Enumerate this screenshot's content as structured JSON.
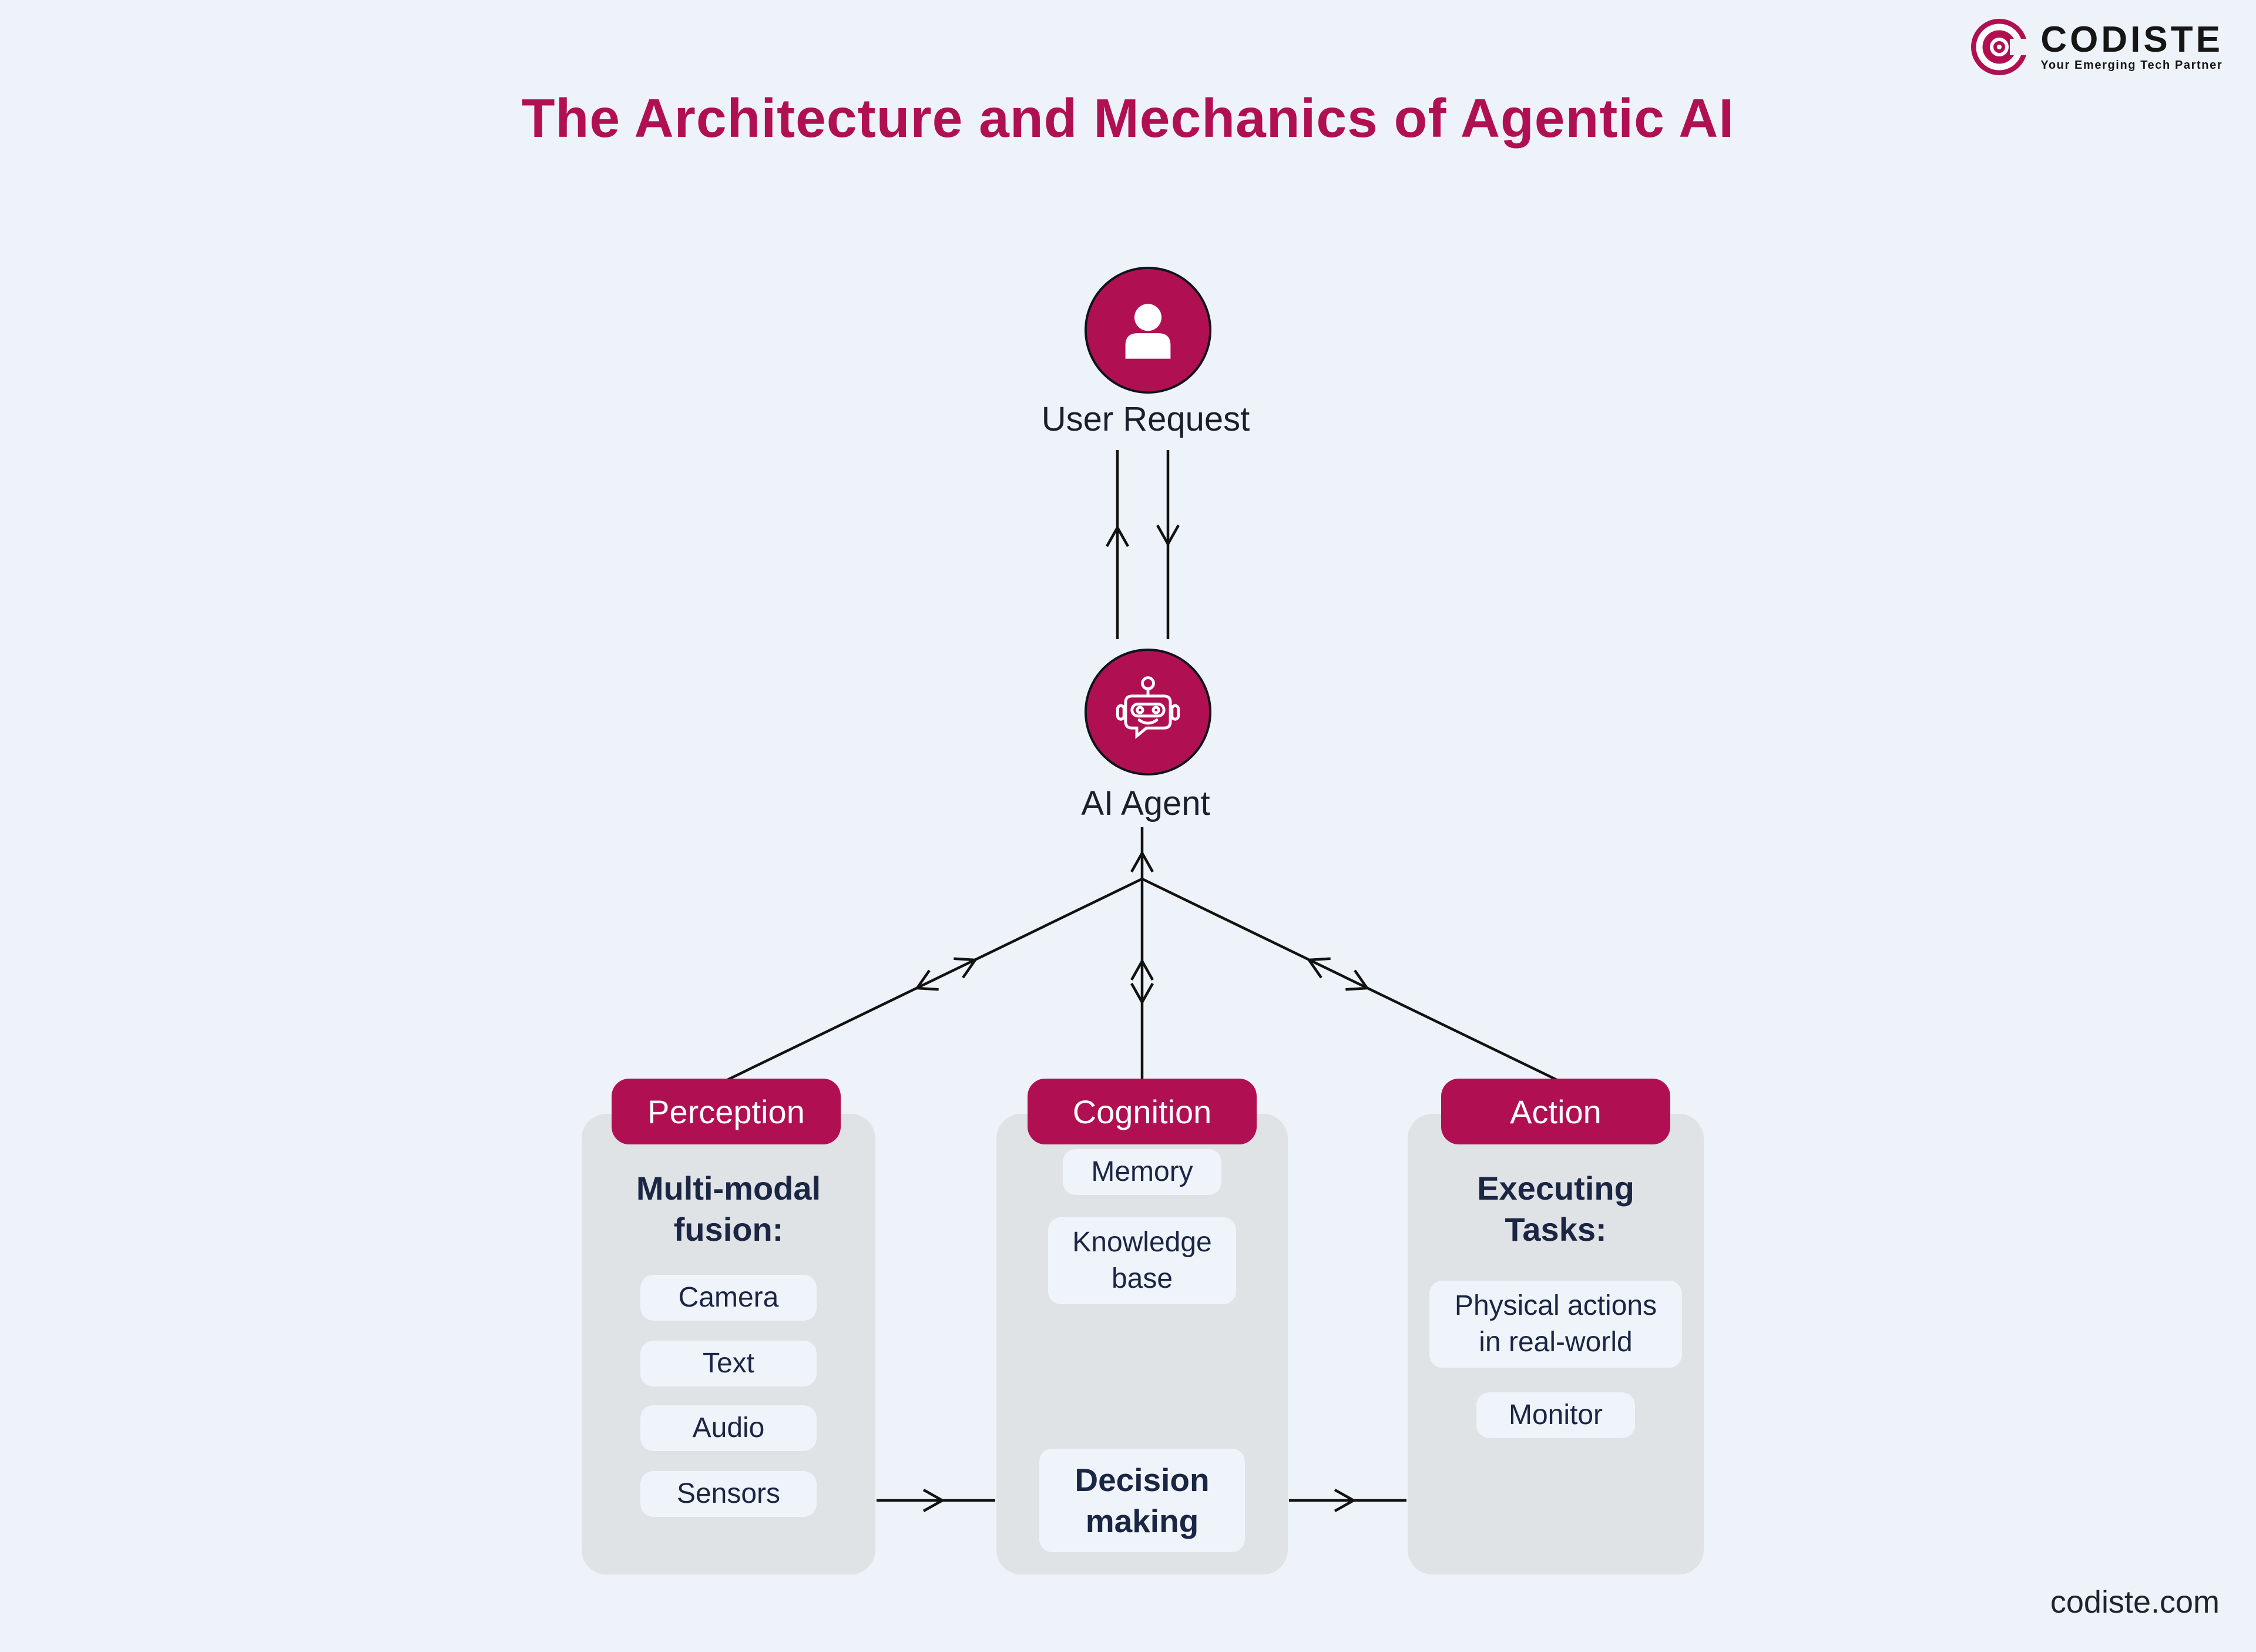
{
  "page": {
    "title": "The Architecture and Mechanics of Agentic AI",
    "footer": "codiste.com"
  },
  "logo": {
    "name": "CODISTE",
    "tagline": "Your Emerging Tech Partner"
  },
  "flow": {
    "user_label": "User Request",
    "agent_label": "AI Agent"
  },
  "columns": [
    {
      "header": "Perception",
      "heading": "Multi-modal fusion:",
      "items": [
        "Camera",
        "Text",
        "Audio",
        "Sensors"
      ]
    },
    {
      "header": "Cognition",
      "items": [
        "Memory",
        "Knowledge base"
      ],
      "emphasis_item": "Decision making"
    },
    {
      "header": "Action",
      "heading": "Executing Tasks:",
      "items": [
        "Physical actions in real-world",
        "Monitor"
      ]
    }
  ],
  "colors": {
    "accent_crimson": "#b01052",
    "navy_text": "#1b2544",
    "card_gray": "#dfe3e6",
    "item_pill_bg": "#eef4fa",
    "background": "#edf3f8",
    "connector": "#121212"
  }
}
